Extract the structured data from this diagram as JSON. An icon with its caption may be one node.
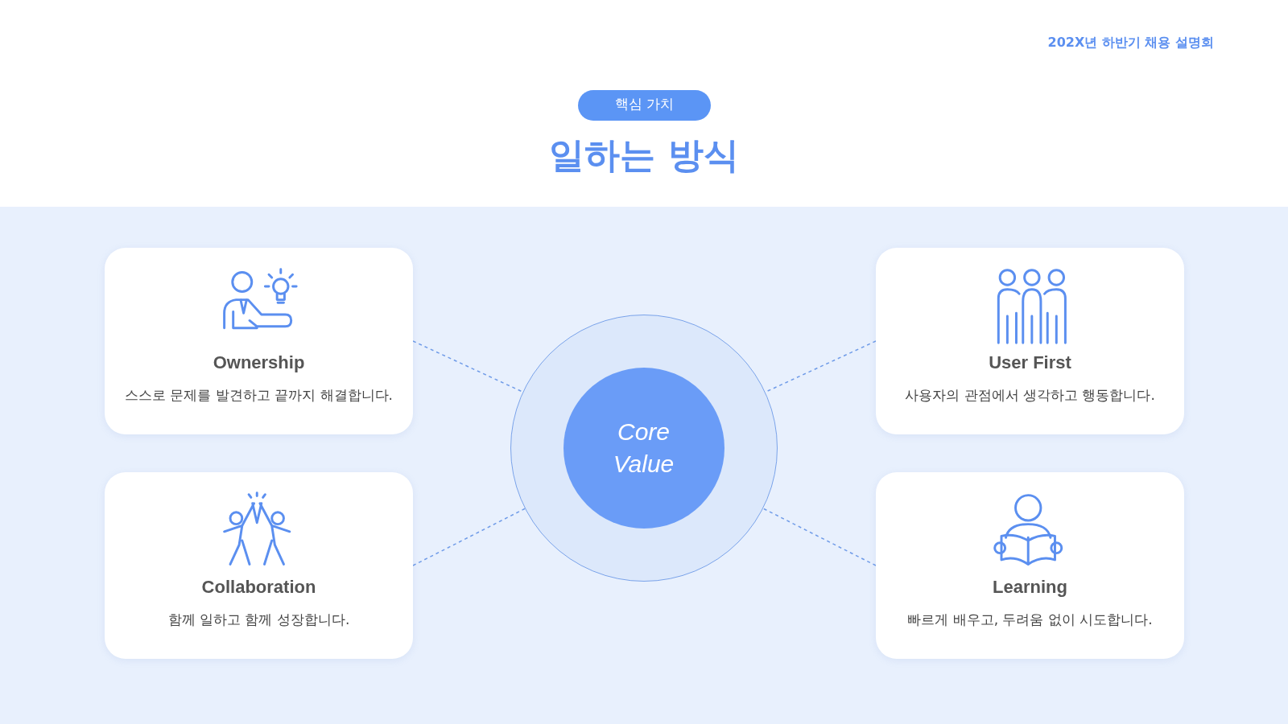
{
  "diagram": {
    "title": "일하는 방식",
    "nodes": [
      {
        "text": [
          "핵심 가치"
        ]
      },
      {
        "text": [
          "Ownership",
          "스스로 문제를 발견하고 끝까지 해결합니다."
        ]
      },
      {
        "text": [
          "User First",
          "사용자의 관점에서 생각하고 행동합니다."
        ]
      },
      {
        "text": [],
        "shape": "circle"
      },
      {
        "text": [
          "Core Value"
        ],
        "in": 3
      },
      {
        "text": [
          "Collaboration",
          "함께 일하고 함께 성장합니다."
        ]
      },
      {
        "text": [
          "Learning",
          "빠르게 배우고, 두려움 없이 시도합니다."
        ]
      }
    ],
    "edges": [
      {
        "from": 1,
        "to": 3,
        "arrow": "none",
        "style": "dashed"
      },
      {
        "from": 2,
        "to": 3,
        "arrow": "none",
        "style": "dashed"
      },
      {
        "from": 5,
        "to": 3,
        "arrow": "none",
        "style": "dashed"
      },
      {
        "from": 6,
        "to": 3,
        "arrow": "none",
        "style": "dashed"
      }
    ],
    "labels": [
      "202X년 하반기 채용 설명회"
    ]
  }
}
